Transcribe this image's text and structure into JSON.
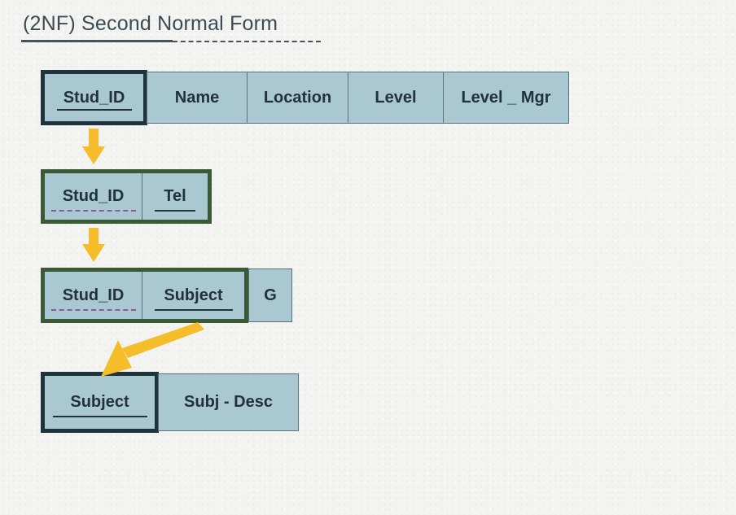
{
  "title": "(2NF)  Second Normal Form",
  "tables": {
    "main": [
      "Stud_ID",
      "Name",
      "Location",
      "Level",
      "Level _ Mgr"
    ],
    "tel": [
      "Stud_ID",
      "Tel"
    ],
    "grade": [
      "Stud_ID",
      "Subject",
      "G"
    ],
    "subject": [
      "Subject",
      "Subj - Desc"
    ]
  },
  "colors": {
    "cell_fill": "#a9c8d2",
    "dark_key_border": "#1f333d",
    "green_key_border": "#3a5a36",
    "arrow": "#f5bd2a",
    "foreign_key_dash": "#8c5a9c"
  }
}
